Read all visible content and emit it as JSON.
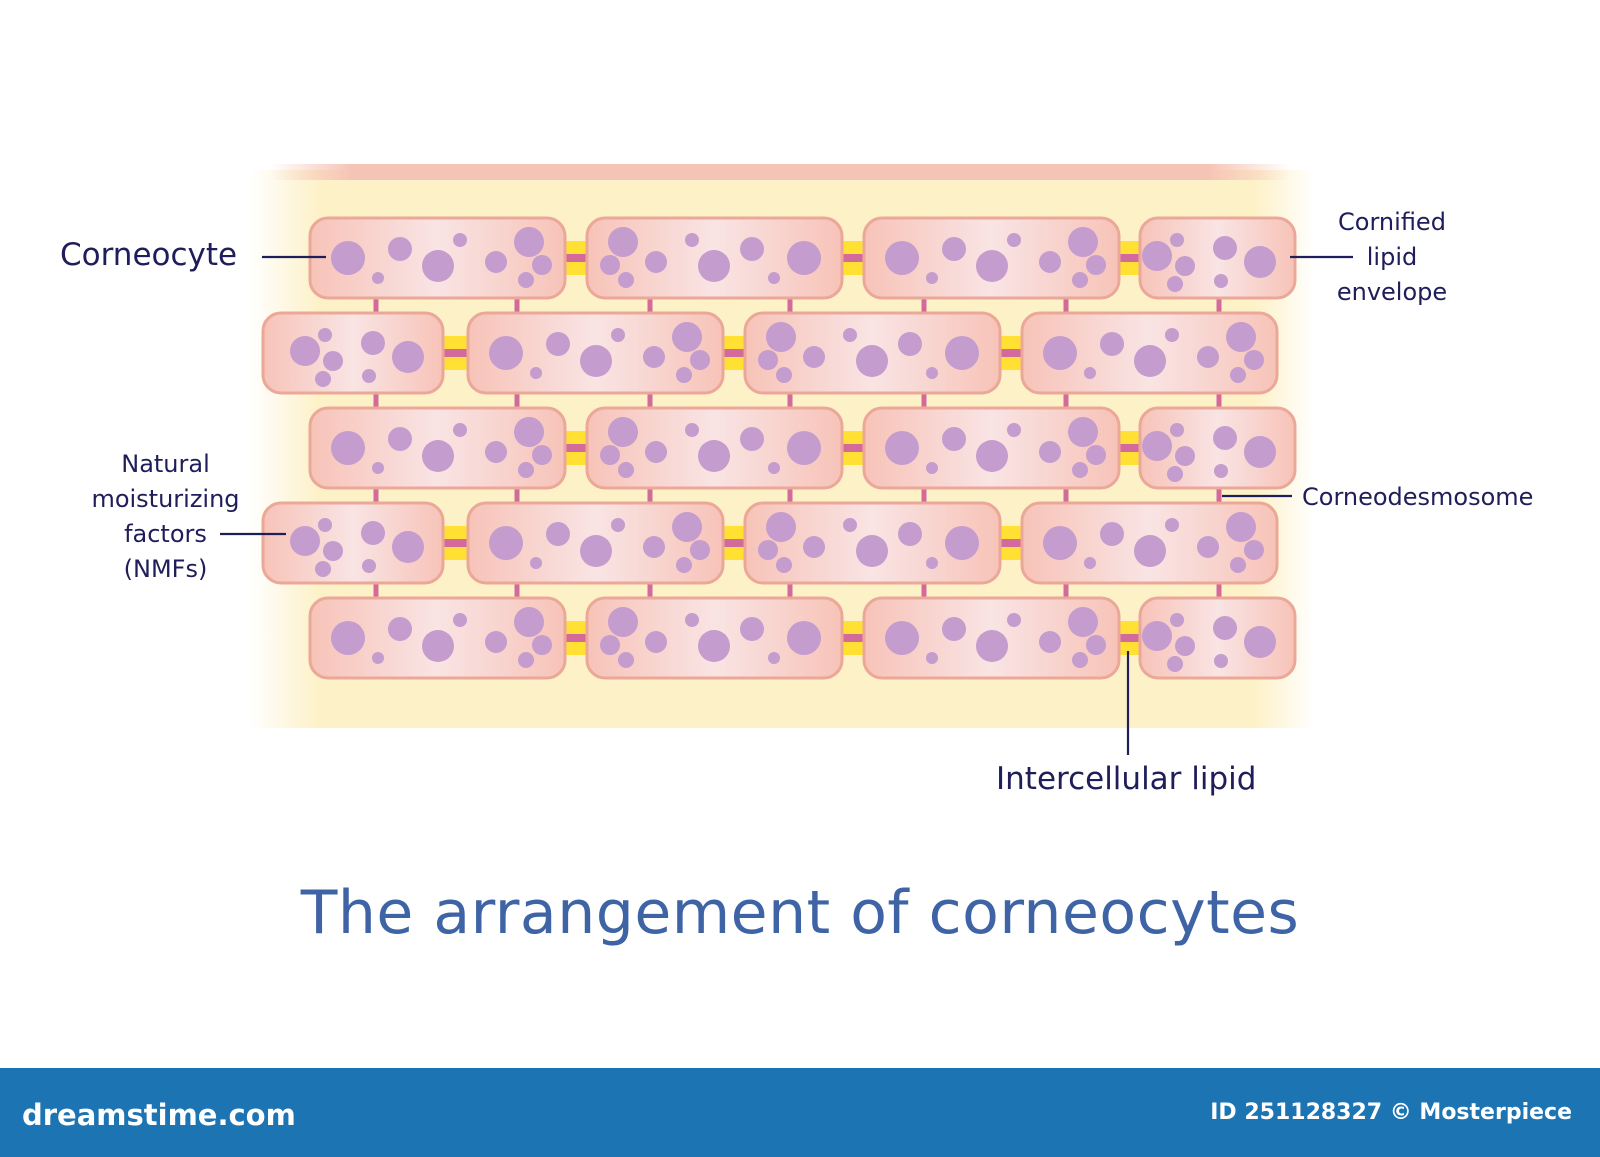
{
  "labels": {
    "corneocyte": "Corneocyte",
    "lipid_envelope": [
      "Cornified",
      "lipid",
      "envelope"
    ],
    "nmf": [
      "Natural",
      "moisturizing",
      "factors",
      "(NMFs)"
    ],
    "corneodesmosome": "Corneodesmosome",
    "intercellular_lipid": "Intercellular lipid"
  },
  "title": "The arrangement of corneocytes",
  "footer": {
    "brand": "dreamstime.com",
    "credit": "ID 251128327 © Mosterpiece"
  },
  "colors": {
    "background": "#ffffff",
    "lipid_matrix": "#fdf1c7",
    "top_layer": "#f6c4b6",
    "cell_fill": "#f7c7bc",
    "cell_center": "#f9e6e6",
    "cell_border": "#eba898",
    "nmf_dot": "#c49cce",
    "desmosome": "#d46a9c",
    "junction": "#ffe033",
    "label_text": "#1f1d5a",
    "title": "#3f64a5",
    "footer": "#1c74b3"
  },
  "diagram": {
    "rows": 5,
    "cells_per_row": [
      4,
      4,
      4,
      4,
      4
    ]
  }
}
